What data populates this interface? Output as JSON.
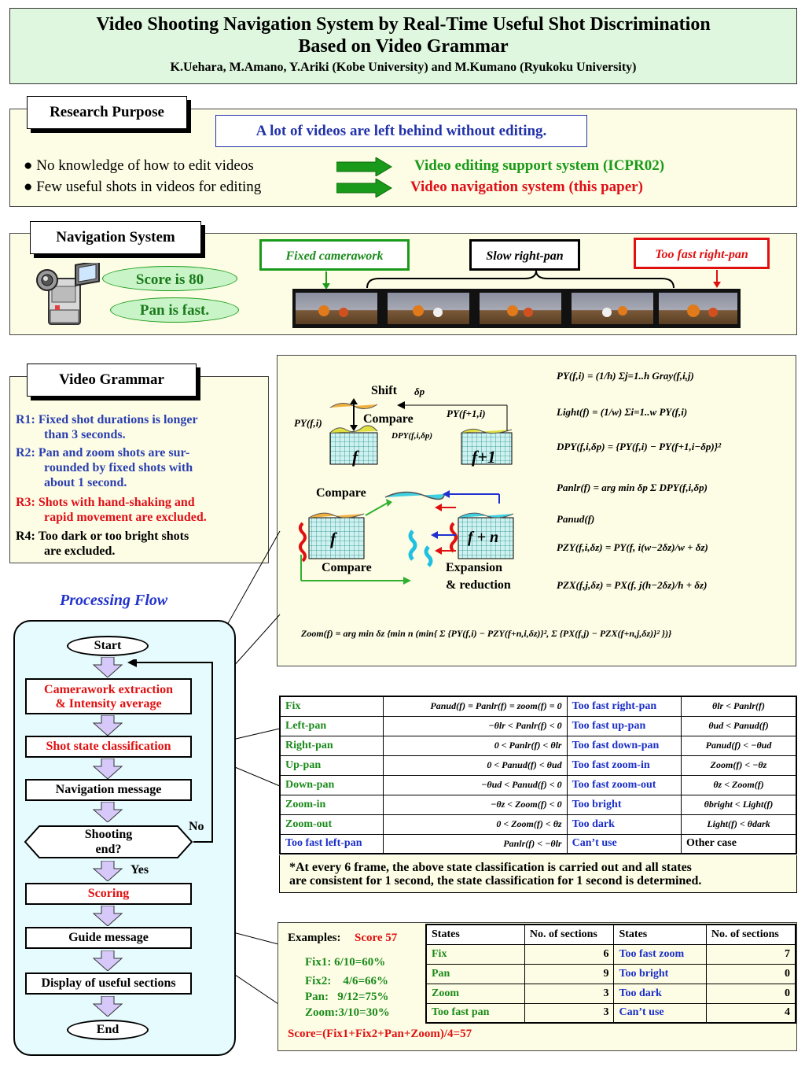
{
  "header": {
    "title_line1": "Video Shooting Navigation System by Real-Time Useful Shot Discrimination",
    "title_line2": "Based on Video Grammar",
    "authors": "K.Uehara, M.Amano, Y.Ariki (Kobe University) and M.Kumano (Ryukoku University)"
  },
  "research_purpose": {
    "tab": "Research Purpose",
    "banner": "A lot of videos are left behind without editing.",
    "items": [
      {
        "problem": "● No knowledge of how to edit videos",
        "solution": "Video editing support system (ICPR02)"
      },
      {
        "problem": "● Few useful shots in videos for editing",
        "solution": "Video navigation system (this paper)"
      }
    ]
  },
  "navigation_system": {
    "tab": "Navigation System",
    "score_bubble": "Score is 80",
    "pan_bubble": "Pan is fast.",
    "labels": {
      "fixed": "Fixed camerawork",
      "slow": "Slow right-pan",
      "fast": "Too fast right-pan"
    }
  },
  "video_grammar": {
    "tab": "Video Grammar",
    "rules": [
      {
        "line1": "R1: Fixed shot durations is longer",
        "line2": "than 3 seconds."
      },
      {
        "line1": "R2: Pan and zoom shots are  sur-",
        "line2": "rounded by fixed shots with",
        "line3": "about 1 second."
      },
      {
        "line1": "R3: Shots with hand-shaking and",
        "line2": "rapid movement are excluded."
      },
      {
        "line1": "R4: Too dark or too bright shots",
        "line2": "are excluded."
      }
    ]
  },
  "diagram": {
    "shift": "Shift",
    "delta_p": "δp",
    "compare1": "Compare",
    "compare2": "Compare",
    "compare3": "Compare",
    "py_fi": "PY(f,i)",
    "py_f1i": "PY(f+1,i)",
    "dpy": "DPY(f,i,δp)",
    "f": "f",
    "f1": "f+1",
    "fn": "f + n",
    "expansion1": "Expansion",
    "expansion2": "& reduction"
  },
  "formulas": {
    "py": "PY(f,i) = (1/h) Σj=1..h Gray(f,i,j)",
    "light": "Light(f) = (1/w) Σi=1..w PY(f,i)",
    "dpy": "DPY(f,i,δp) = {PY(f,i) − PY(f+1,i−δp)}²",
    "panlr": "Panlr(f) = arg min δp Σ DPY(f,i,δp)",
    "panud": "Panud(f)",
    "pzy": "PZY(f,i,δz) = PY(f, i(w−2δz)/w + δz)",
    "pzx": "PZX(f,j,δz) = PX(f, j(h−2δz)/h + δz)",
    "zoom": "Zoom(f) = arg min δz {min n (min{ Σ {PY(f,i) − PZY(f+n,i,δz)}², Σ {PX(f,j) − PZX(f+n,j,δz)}² })}"
  },
  "processing_flow": {
    "title": "Processing Flow",
    "start": "Start",
    "step1_line1": "Camerawork extraction",
    "step1_line2": "& Intensity average",
    "step2": "Shot state classification",
    "step3": "Navigation message",
    "decision_line1": "Shooting",
    "decision_line2": "end?",
    "no": "No",
    "yes": "Yes",
    "step4": "Scoring",
    "step5": "Guide message",
    "step6": "Display of useful sections",
    "end": "End"
  },
  "state_table": {
    "rows": [
      {
        "s1": "Fix",
        "c1": "Panud(f) = Panlr(f) = zoom(f) = 0",
        "s2": "Too fast right-pan",
        "c2": "θlr < Panlr(f)"
      },
      {
        "s1": "Left-pan",
        "c1": "−θlr < Panlr(f) < 0",
        "s2": "Too fast up-pan",
        "c2": "θud < Panud(f)"
      },
      {
        "s1": "Right-pan",
        "c1": "0 < Panlr(f) < θlr",
        "s2": "Too fast down-pan",
        "c2": "Panud(f) < −θud"
      },
      {
        "s1": "Up-pan",
        "c1": "0 < Panud(f) < θud",
        "s2": "Too fast zoom-in",
        "c2": "Zoom(f) < −θz"
      },
      {
        "s1": "Down-pan",
        "c1": "−θud < Panud(f) < 0",
        "s2": "Too fast zoom-out",
        "c2": "θz < Zoom(f)"
      },
      {
        "s1": "Zoom-in",
        "c1": "−θz < Zoom(f) < 0",
        "s2": "Too bright",
        "c2": "θbright < Light(f)"
      },
      {
        "s1": "Zoom-out",
        "c1": "0 < Zoom(f) < θz",
        "s2": "Too dark",
        "c2": "Light(f) < θdark"
      },
      {
        "s1": "Too fast left-pan",
        "c1": "Panlr(f) < −θlr",
        "s2": "Can’t use",
        "c2": "Other case"
      }
    ],
    "note_line1": "*At every 6 frame, the above state classification is carried out and all states",
    "note_line2": "are consistent for 1 second, the state classification for 1 second is determined."
  },
  "examples": {
    "label": "Examples:",
    "score": "Score 57",
    "lines": [
      "Fix1:  6/10=60%",
      "Fix2:    4/6=66%",
      "Pan:   9/12=75%",
      "Zoom:3/10=30%"
    ],
    "formula": "Score=(Fix1+Fix2+Pan+Zoom)/4=57",
    "headers": [
      "States",
      "No. of sections",
      "States",
      "No. of sections"
    ],
    "rows": [
      {
        "s1": "Fix",
        "n1": "6",
        "s2": "Too fast zoom",
        "n2": "7"
      },
      {
        "s1": "Pan",
        "n1": "9",
        "s2": "Too bright",
        "n2": "0"
      },
      {
        "s1": "Zoom",
        "n1": "3",
        "s2": "Too dark",
        "n2": "0"
      },
      {
        "s1": "Too fast pan",
        "n1": "3",
        "s2": "Can’t use",
        "n2": "4"
      }
    ]
  }
}
